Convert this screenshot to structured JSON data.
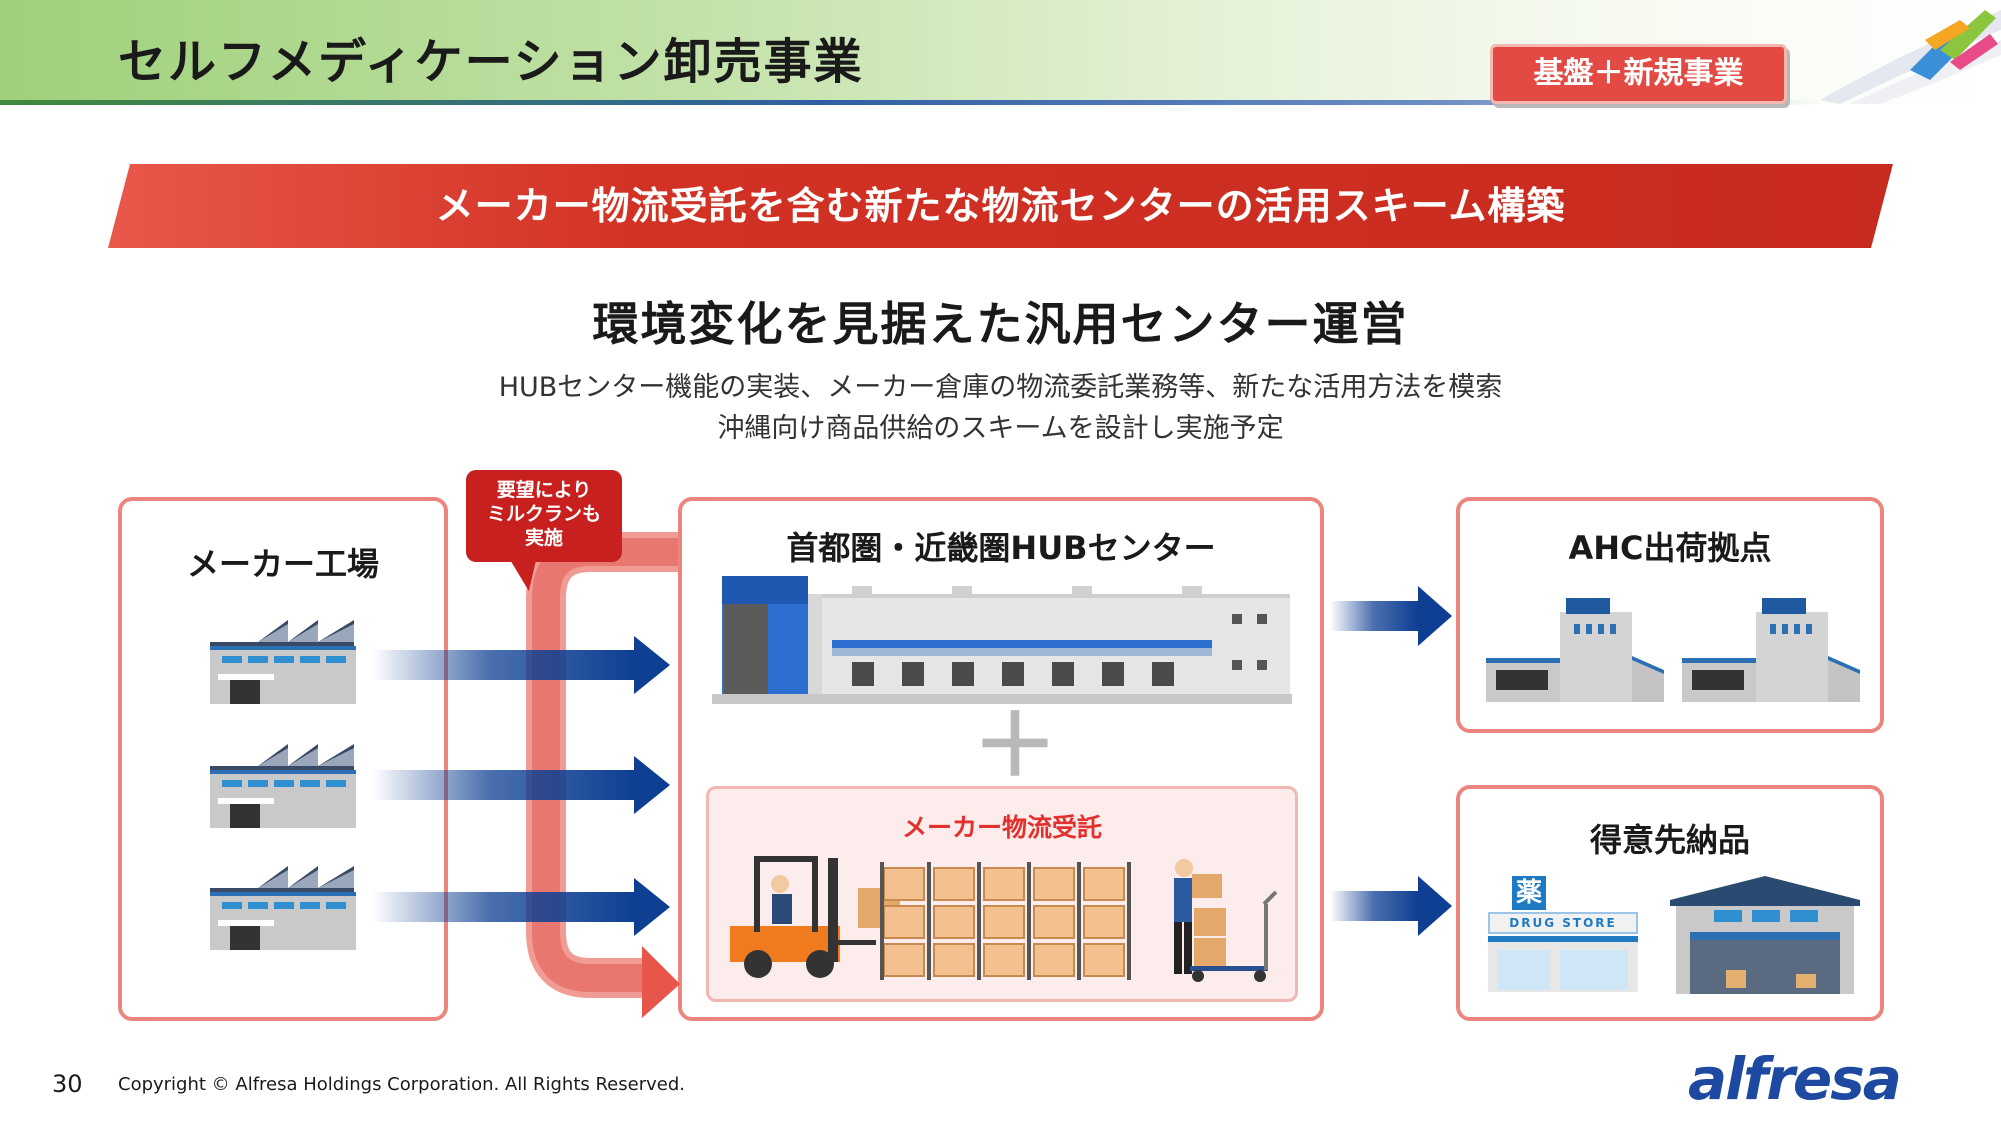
{
  "header": {
    "title": "セルフメディケーション卸売事業",
    "badge": "基盤＋新規事業"
  },
  "banner": "メーカー物流受託を含む新たな物流センターの活用スキーム構築",
  "subheading": "環境変化を見据えた汎用センター運営",
  "description": [
    "HUBセンター機能の実装、メーカー倉庫の物流委託業務等、新たな活用方法を模索",
    "沖縄向け商品供給のスキームを設計し実施予定"
  ],
  "diagram": {
    "factories_title": "メーカー工場",
    "callout": [
      "要望により",
      "ミルクランも",
      "実施"
    ],
    "hub_title": "首都圏・近畿圏HUBセンター",
    "logistics_label": "メーカー物流受託",
    "ahc_title": "AHC出荷拠点",
    "customers_title": "得意先納品",
    "drugstore_sign": "DRUG STORE",
    "drugstore_kanji": "薬"
  },
  "footer": {
    "page_number": "30",
    "copyright": "Copyright © Alfresa Holdings Corporation. All Rights Reserved.",
    "logo": "alfresa"
  },
  "colors": {
    "accent_red": "#e24a43",
    "box_border": "#ec857e",
    "arrow_blue": "#0e3f93",
    "header_green": "#9fd07a"
  }
}
